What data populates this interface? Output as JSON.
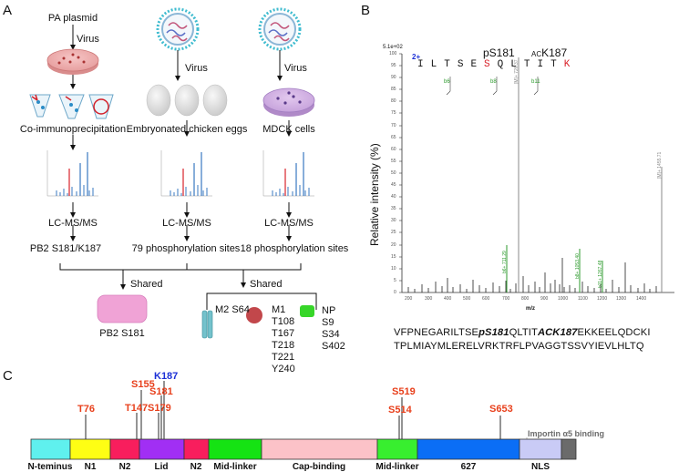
{
  "panels": {
    "a": "A",
    "b": "B",
    "c": "C"
  },
  "panelA": {
    "col1": {
      "source": "PA plasmid",
      "virus": "Virus",
      "method": "Co-immunoprecipitation",
      "lcms": "LC-MS/MS",
      "result": "PB2 S181/K187"
    },
    "col2": {
      "virus": "Virus",
      "host": "Embryonated chicken eggs",
      "lcms": "LC-MS/MS",
      "result": "79 phosphorylation sites"
    },
    "col3": {
      "virus": "Virus",
      "host": "MDCK cells",
      "lcms": "LC-MS/MS",
      "result": "18 phosphorylation sites"
    },
    "shared_left": "Shared",
    "shared_right": "Shared",
    "pb2_result": "PB2 S181",
    "m2_label": "M2 S64",
    "m1_label": "M1",
    "m1_sites": [
      "T108",
      "T167",
      "T218",
      "T221",
      "Y240"
    ],
    "np_label": "NP",
    "np_sites": [
      "S9",
      "S34",
      "S402"
    ]
  },
  "panelB": {
    "scale_label": "5.1e+02",
    "charge": "2+",
    "ylabel": "Relative intensity (%)",
    "xlabel": "m/z",
    "yticks": [
      "100",
      "95",
      "90",
      "85",
      "80",
      "75",
      "70",
      "65",
      "60",
      "55",
      "50",
      "45",
      "40",
      "35",
      "30",
      "25",
      "20",
      "15",
      "10",
      "5",
      "0"
    ],
    "xticks": [
      "200",
      "300",
      "400",
      "500",
      "600",
      "700",
      "800",
      "900",
      "1000",
      "1100",
      "1200",
      "1300",
      "1400"
    ],
    "pS181": "pS181",
    "acK_prefix": "AC",
    "acK_suffix": "K187",
    "peptide": [
      "I",
      "L",
      "T",
      "S",
      "E",
      "S",
      "Q",
      "L",
      "T",
      "I",
      "T",
      "K"
    ],
    "ion_b6": "b6",
    "ion_b8": "b8",
    "ion_b11": "b11",
    "peak_labels": {
      "p1": "b6+ 711.29",
      "p2": "b8+ 1053.40",
      "p3": "b11+ 1267.48",
      "p4": "[M]+ 726.37",
      "p5": "[M]+ 1455.71"
    },
    "seq_line1_a": "VFPNEGARILTSE",
    "seq_line1_b": "pS181",
    "seq_line1_c": "QLTIT",
    "seq_line1_d": "ACK187",
    "seq_line1_e": "EKKEELQDCKI",
    "seq_line2": "TPLMIAYMLERELVRKTRFLPVAGGTSSVYIEVLHLTQ"
  },
  "panelC": {
    "binding_label": "Importin α5 binding",
    "sites": {
      "T76": "T76",
      "T147": "T147",
      "S155": "S155",
      "S179": "S179",
      "S181": "S181",
      "K187": "K187",
      "S514": "S514",
      "S519": "S519",
      "S653": "S653"
    },
    "domains": [
      "N-teminus",
      "N1",
      "N2",
      "Lid",
      "N2",
      "Mid-linker",
      "Cap-binding",
      "Mid-linker",
      "627",
      "NLS"
    ]
  },
  "colors": {
    "site_red": "#e8401c",
    "site_blue": "#1b2fd6",
    "ms_green": "#2b9a2b",
    "b_ion_red": "#d9232b"
  }
}
